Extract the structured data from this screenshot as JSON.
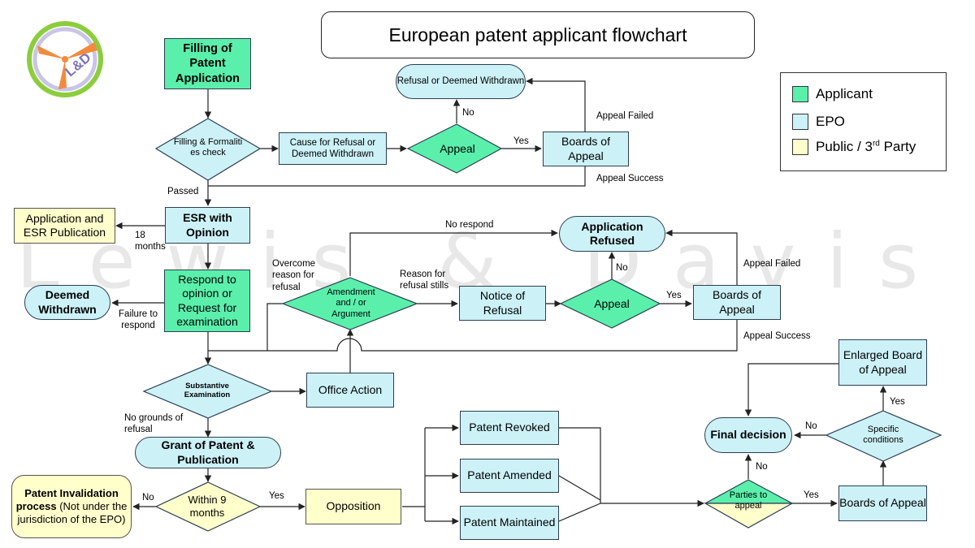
{
  "title": "European patent applicant flowchart",
  "watermark": "Lewis & Davis",
  "logo_text": "L&D",
  "colors": {
    "applicant": "#5af0ac",
    "epo": "#ccf2f8",
    "public": "#ffffcc",
    "line": "#222222"
  },
  "legend": {
    "applicant": "Applicant",
    "epo": "EPO",
    "public_main": "Public  / 3",
    "public_sup": "rd",
    "public_end": " Party"
  },
  "nodes": {
    "filing": "Filling of Patent Application",
    "formality_check": "Filling & Formaliti es check",
    "cause_refusal": "Cause for Refusal or Deemed Withdrawn",
    "appeal_1": "Appeal",
    "boards_1": "Boards of Appeal",
    "refusal_withdrawn": "Refusal or Deemed Withdrawn",
    "app_esr_pub": "Application and ESR Publication",
    "esr": "ESR with Opinion",
    "respond": "Respond to opinion or Request for examination",
    "deemed_withdrawn": "Deemed Withdrawn",
    "amendment": "Amendment and / or Argument",
    "notice_refusal": "Notice of Refusal",
    "appeal_2": "Appeal",
    "boards_2": "Boards of Appeal",
    "app_refused": "Application Refused",
    "substantive": "Substantive Examination",
    "office_action": "Office Action",
    "grant": "Grant of Patent & Publication",
    "within_9": "Within 9 months",
    "opposition": "Opposition",
    "invalidation_bold": "Patent Invalidation process",
    "invalidation_rest": " (Not under the jurisdiction of the EPO)",
    "revoked": "Patent Revoked",
    "amended": "Patent Amended",
    "maintained": "Patent Maintained",
    "parties_appeal": "Parties to appeal",
    "boards_3": "Boards of Appeal",
    "specific": "Specific conditions",
    "enlarged": "Enlarged Board of Appeal",
    "final": "Final decision"
  },
  "labels": {
    "no_1": "No",
    "yes_1": "Yes",
    "appeal_failed_1": "Appeal Failed",
    "appeal_success_1": "Appeal Success",
    "passed": "Passed",
    "months_18": "18 months",
    "failure_respond": "Failure to respond",
    "overcome": "Overcome reason for refusal",
    "no_respond": "No respond",
    "reason_stills": "Reason for refusal stills",
    "no_2": "No",
    "yes_2": "Yes",
    "appeal_failed_2": "Appeal Failed",
    "appeal_success_2": "Appeal Success",
    "no_grounds": "No grounds of refusal",
    "no_3": "No",
    "yes_3": "Yes",
    "no_4": "No",
    "yes_4": "Yes",
    "no_5": "No",
    "yes_5": "Yes"
  }
}
